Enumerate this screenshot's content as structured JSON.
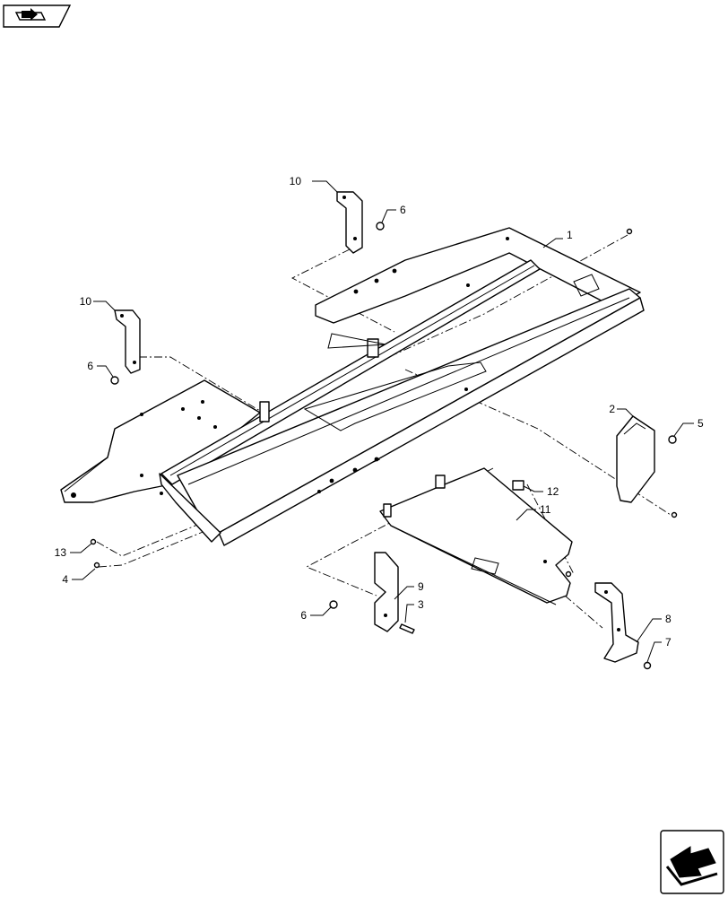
{
  "callouts": {
    "c1": "1",
    "c2": "2",
    "c3": "3",
    "c4": "4",
    "c5": "5",
    "c6a": "6",
    "c6b": "6",
    "c6c": "6",
    "c7": "7",
    "c8": "8",
    "c9": "9",
    "c10a": "10",
    "c10b": "10",
    "c11": "11",
    "c12": "12",
    "c13": "13"
  },
  "icons": {
    "top_left": "previous-page-icon",
    "bottom_right": "next-page-icon"
  }
}
